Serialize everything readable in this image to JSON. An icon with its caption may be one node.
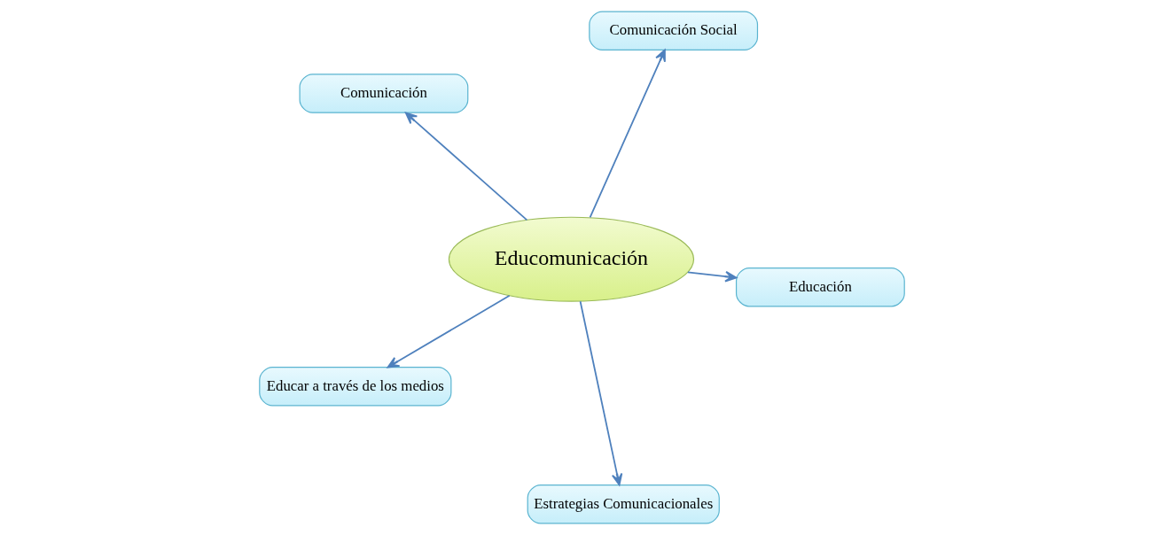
{
  "diagram": {
    "nodes": [
      {
        "text": [
          "Comunicación"
        ]
      },
      {
        "text": [
          "Educación"
        ]
      },
      {
        "text": [
          "Estrategias Comunicacionales"
        ]
      },
      {
        "text": [
          "Educomunicación"
        ]
      },
      {
        "text": [
          "Comunicación Social"
        ]
      },
      {
        "text": [
          "Educar a través de los medios"
        ]
      }
    ],
    "edges": [
      {
        "from": 3,
        "to": 0,
        "arrow": "to"
      },
      {
        "from": 3,
        "to": 1,
        "arrow": "to"
      },
      {
        "from": 3,
        "to": 2,
        "arrow": "to"
      },
      {
        "from": 3,
        "to": 4,
        "arrow": "to"
      },
      {
        "from": 3,
        "to": 5,
        "arrow": "to"
      }
    ]
  }
}
